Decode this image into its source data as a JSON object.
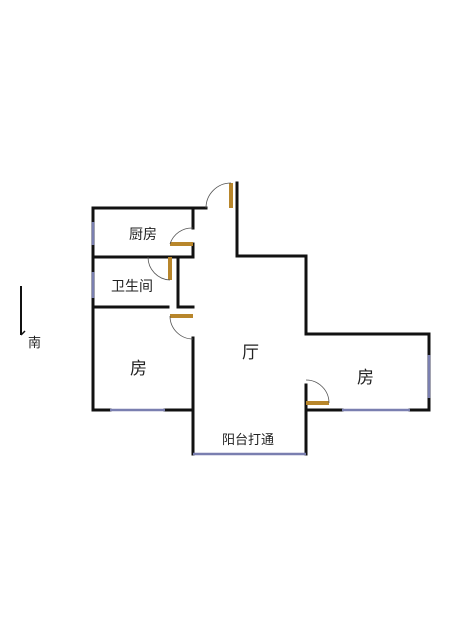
{
  "floorplan": {
    "rooms": {
      "kitchen": "厨房",
      "bathroom": "卫生间",
      "bedroom_left": "房",
      "living": "厅",
      "bedroom_right": "房",
      "balcony": "阳台打通"
    },
    "compass": {
      "label": "南"
    },
    "colors": {
      "wall": "#111111",
      "window": "#7a7fb0",
      "door": "#b8862b"
    }
  }
}
